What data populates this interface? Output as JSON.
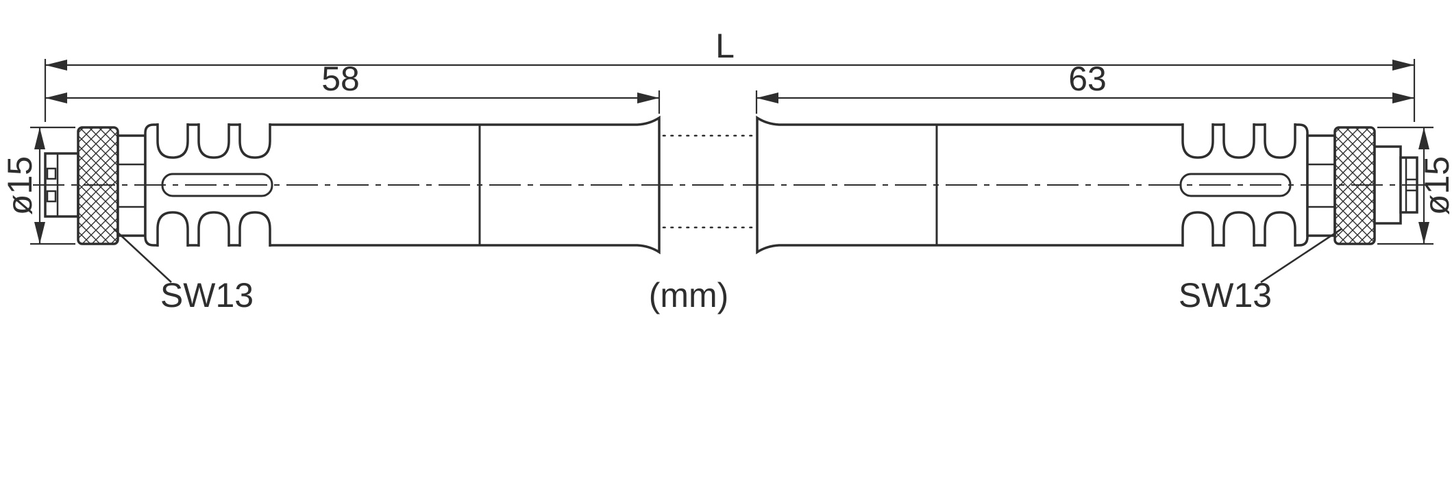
{
  "drawing": {
    "unit_note": "(mm)",
    "dim_total": {
      "label": "L"
    },
    "dim_left_length": {
      "label": "58"
    },
    "dim_right_length": {
      "label": "63"
    },
    "dim_left_diameter": {
      "label": "ø15"
    },
    "dim_right_diameter": {
      "label": "ø15"
    },
    "left_wrench": {
      "label": "SW13"
    },
    "right_wrench": {
      "label": "SW13"
    },
    "colors": {
      "line": "#2e2e2e",
      "background": "#ffffff"
    }
  }
}
